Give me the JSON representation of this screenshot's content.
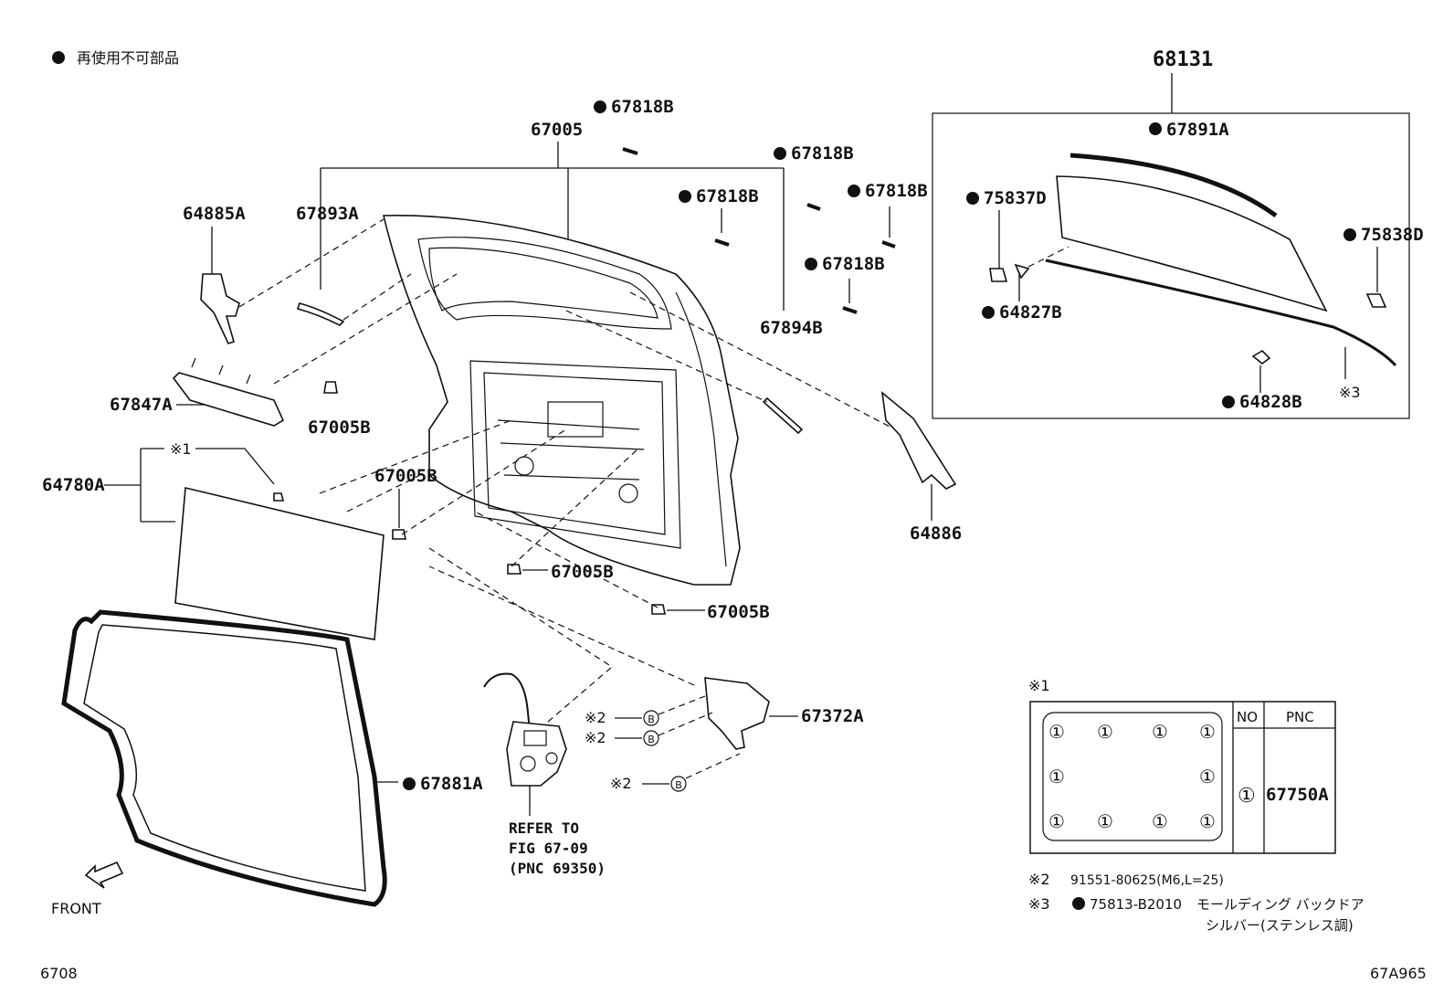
{
  "legend": {
    "text": "再使用不可部品"
  },
  "labels": {
    "p68131": "68131",
    "p67891A": "67891A",
    "p75837D": "75837D",
    "p75838D": "75838D",
    "p64827B": "64827B",
    "p64828B": "64828B",
    "note3_mark": "※3",
    "p67005": "67005",
    "p67818B_1": "67818B",
    "p67818B_2": "67818B",
    "p67818B_3": "67818B",
    "p67818B_4": "67818B",
    "p67818B_5": "67818B",
    "p64885A": "64885A",
    "p67893A": "67893A",
    "p67894B": "67894B",
    "p67847A": "67847A",
    "p67005B_1": "67005B",
    "p67005B_2": "67005B",
    "p67005B_3": "67005B",
    "p67005B_4": "67005B",
    "p64780A": "64780A",
    "note1_mark": "※1",
    "p64886": "64886",
    "p67372A": "67372A",
    "p67881A": "67881A",
    "note2_a": "※2",
    "note2_b": "※2",
    "note2_c": "※2",
    "bolt_a": "B",
    "bolt_b": "B",
    "bolt_c": "B",
    "refer_1": "REFER TO",
    "refer_2": "FIG 67-09",
    "refer_3": "(PNC 69350)",
    "front": "FRONT",
    "page_left": "6708",
    "page_right": "67A965"
  },
  "table": {
    "title": "※1",
    "col_no": "NO",
    "col_pnc": "PNC",
    "clip_mark": "①",
    "row_no": "①",
    "row_pnc": "67750A"
  },
  "notes": {
    "n2_mark": "※2",
    "n2_text": "91551-80625(M6,L=25)",
    "n3_mark": "※3",
    "n3_part": "75813-B2010",
    "n3_text1": "モールディング バックドア",
    "n3_text2": "シルバー(ステンレス調)"
  }
}
